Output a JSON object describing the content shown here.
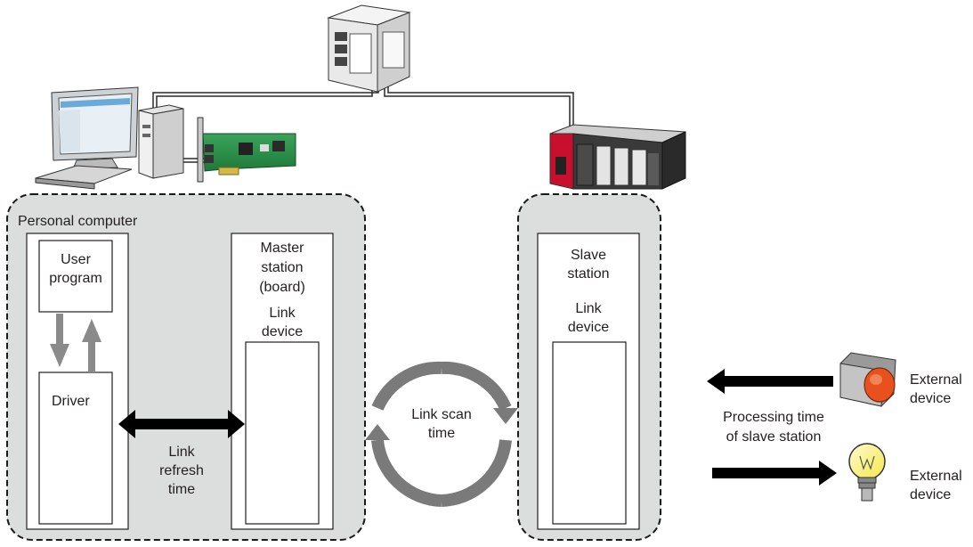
{
  "pc_area": {
    "title": "Personal computer"
  },
  "user_program": {
    "label_line1": "User",
    "label_line2": "program"
  },
  "driver": {
    "label": "Driver"
  },
  "master_station": {
    "line1": "Master",
    "line2": "station",
    "line3": "(board)",
    "device_line1": "Link",
    "device_line2": "device"
  },
  "link_refresh": {
    "line1": "Link",
    "line2": "refresh",
    "line3": "time"
  },
  "link_scan": {
    "line1": "Link scan",
    "line2": "time"
  },
  "slave_station": {
    "line1": "Slave",
    "line2": "station",
    "device_line1": "Link",
    "device_line2": "device"
  },
  "processing_time": {
    "line1": "Processing time",
    "line2": "of slave station"
  },
  "external_input": {
    "line1": "External",
    "line2": "device"
  },
  "external_output": {
    "line1": "External",
    "line2": "device"
  },
  "icons": [
    "personal-computer-icon",
    "network-board-icon",
    "switching-hub-icon",
    "plc-slave-icon",
    "push-button-icon",
    "lamp-icon"
  ],
  "colors": {
    "area_fill": "#dcdddd",
    "arrow_gray": "#8a8a8a",
    "plc_red": "#c8102e",
    "button_orange": "#e8501e",
    "lamp_yellow": "#f4e74a"
  }
}
